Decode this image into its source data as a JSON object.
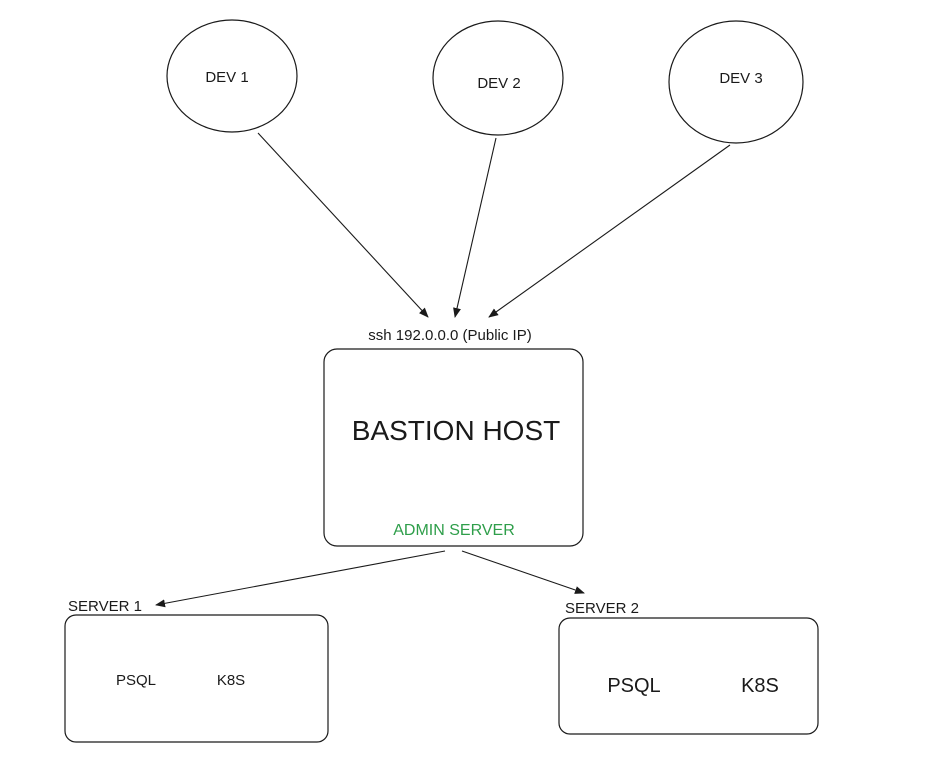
{
  "nodes": {
    "dev1": {
      "label": "DEV 1"
    },
    "dev2": {
      "label": "DEV 2"
    },
    "dev3": {
      "label": "DEV 3"
    },
    "bastion": {
      "title": "BASTION HOST",
      "ssh_label": "ssh 192.0.0.0 (Public IP)",
      "admin_label": "ADMIN SERVER"
    },
    "server1": {
      "label": "SERVER 1",
      "items": [
        "PSQL",
        "K8S"
      ]
    },
    "server2": {
      "label": "SERVER 2",
      "items": [
        "PSQL",
        "K8S"
      ]
    }
  },
  "colors": {
    "stroke": "#1a1a1a",
    "admin_text": "#2e9e4a",
    "background": "#ffffff"
  }
}
